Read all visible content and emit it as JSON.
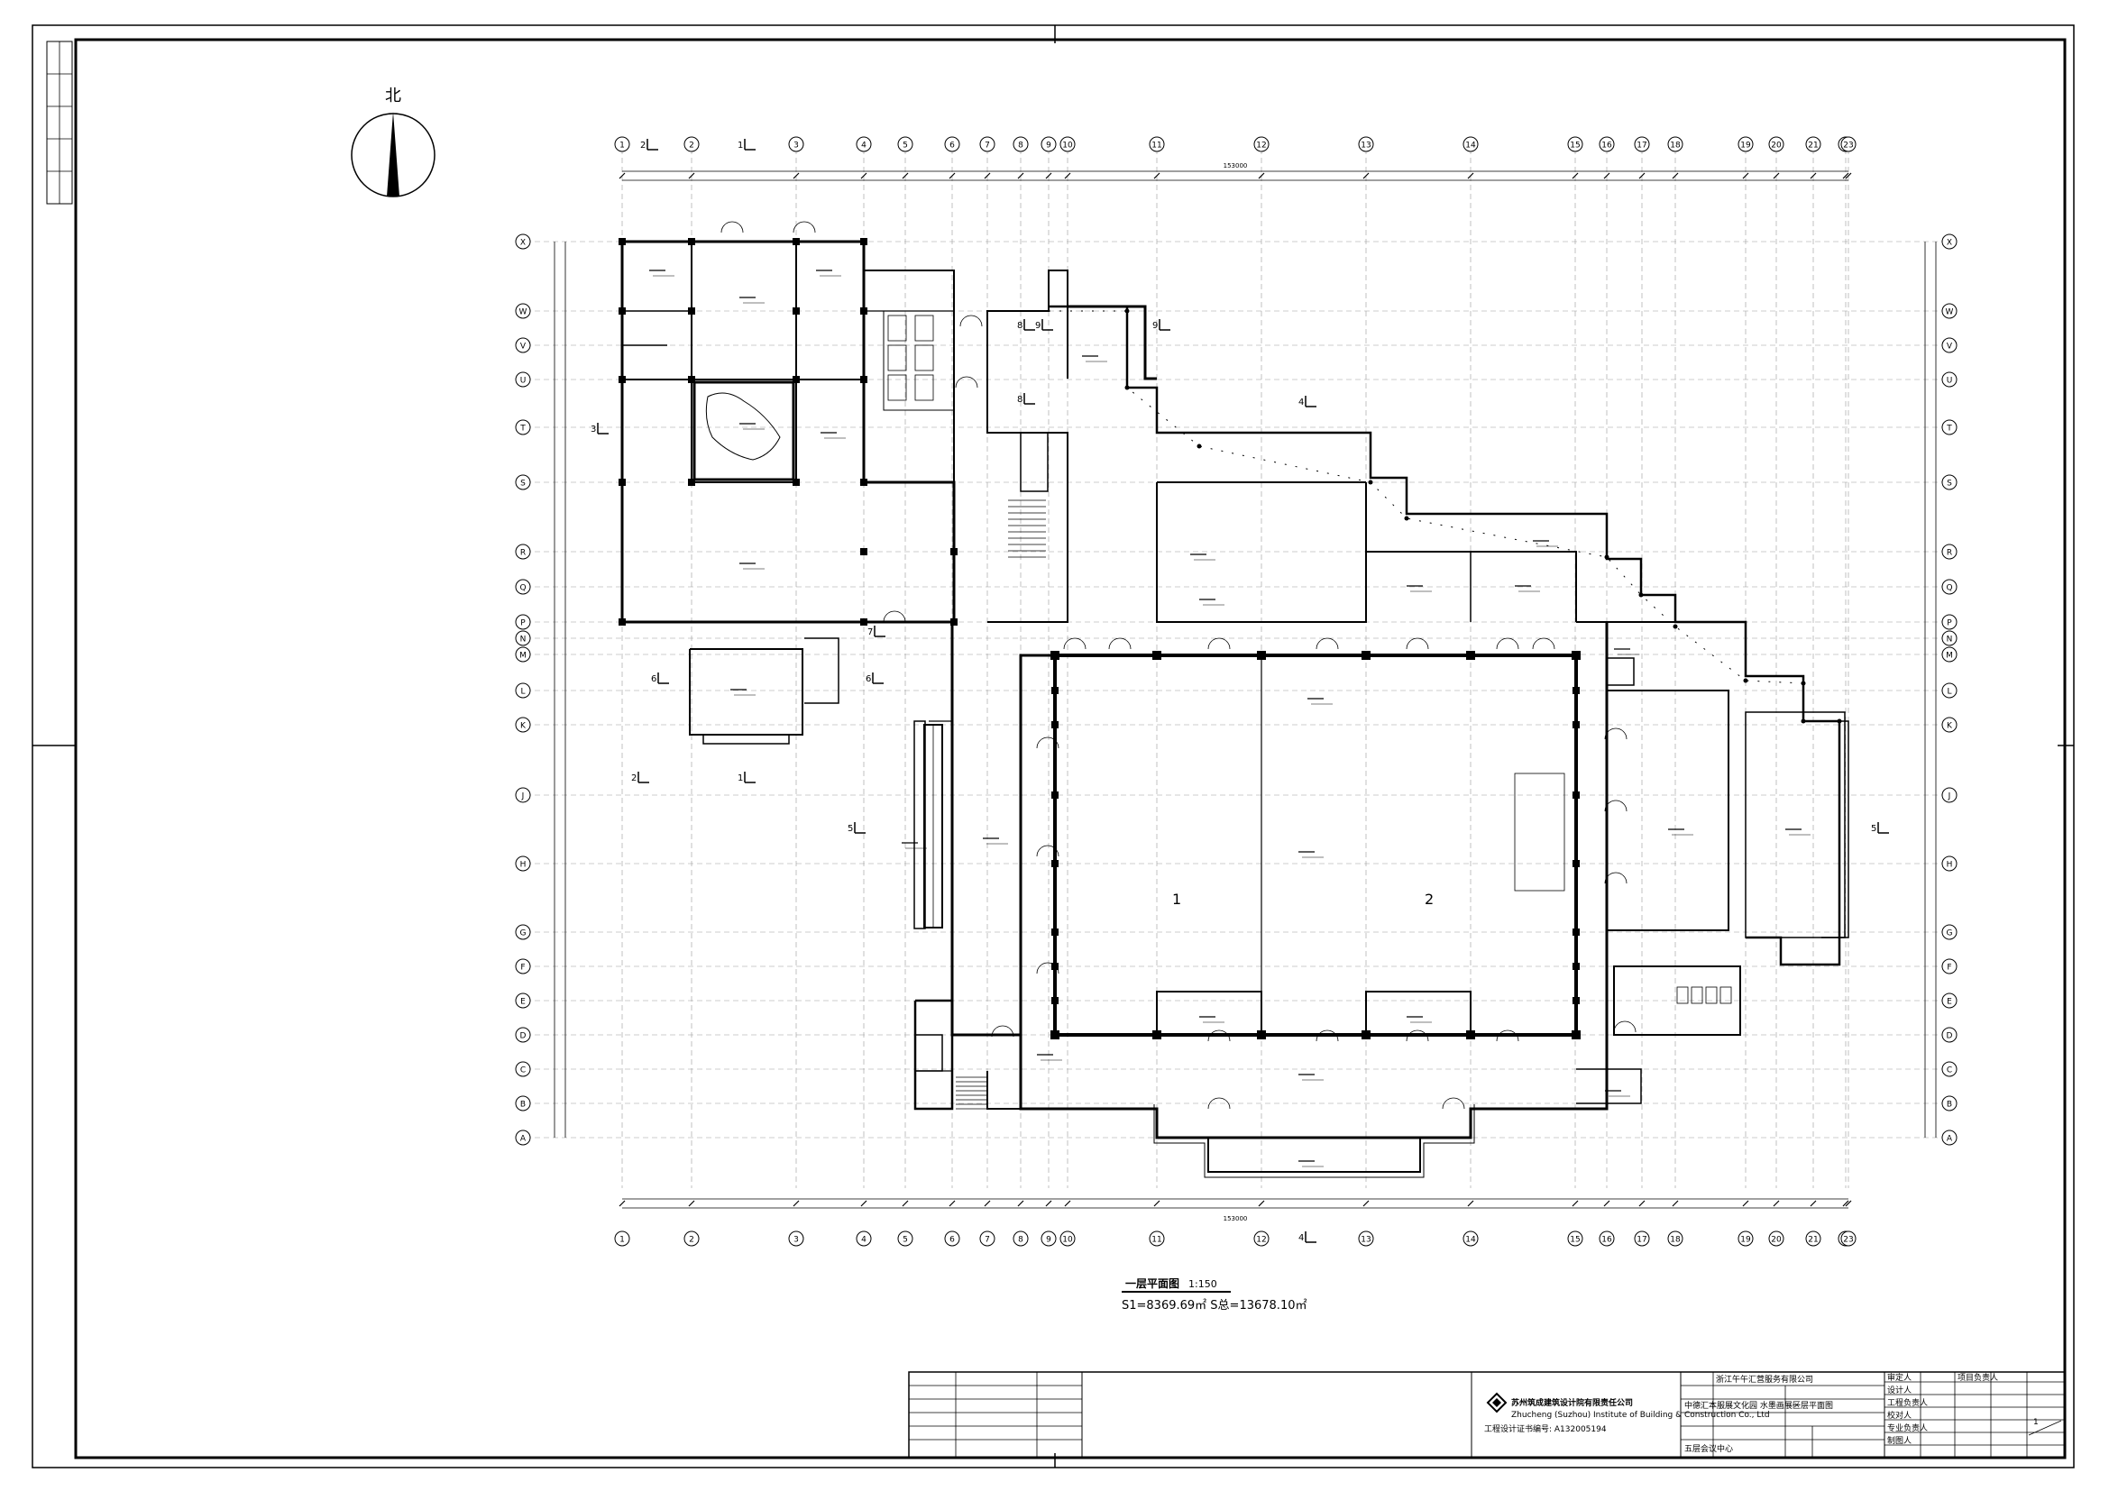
{
  "north_label": "北",
  "grid": {
    "cols": [
      "1",
      "2",
      "3",
      "4",
      "5",
      "6",
      "7",
      "8",
      "9",
      "10",
      "11",
      "12",
      "13",
      "14",
      "15",
      "16",
      "17",
      "18",
      "19",
      "20",
      "21",
      "22",
      "23"
    ],
    "rows": [
      "X",
      "W",
      "V",
      "U",
      "T",
      "S",
      "R",
      "Q",
      "P",
      "N",
      "M",
      "L",
      "K",
      "J",
      "H",
      "G",
      "F",
      "E",
      "D",
      "C",
      "B",
      "A"
    ]
  },
  "plan": {
    "title": "一层平面图",
    "scale": "1:150",
    "area_note": "S1=8369.69㎡ S总=13678.10㎡",
    "section_marks": [
      "1",
      "2",
      "3",
      "4",
      "5",
      "6",
      "7",
      "8",
      "9"
    ],
    "hall_numbers": [
      "1",
      "2"
    ],
    "overall_dim": "153000"
  },
  "title_block": {
    "company_cn": "苏州筑成建筑设计院有限责任公司",
    "company_en": "Zhucheng (Suzhou) Institute of Building & Construction Co., Ltd",
    "cert_no": "工程设计证书编号: A132005194",
    "client": "浙江午午汇营服务有限公司",
    "project": "中德汇本服展文化园 水墨画展区",
    "sub_project": "五层会议中心",
    "drawing_title": "一层平面图",
    "sheet_no": "1",
    "roles": [
      "项目负责人",
      "审定人",
      "设计人",
      "工程负责人",
      "校对人",
      "专业负责人",
      "制图人"
    ]
  }
}
